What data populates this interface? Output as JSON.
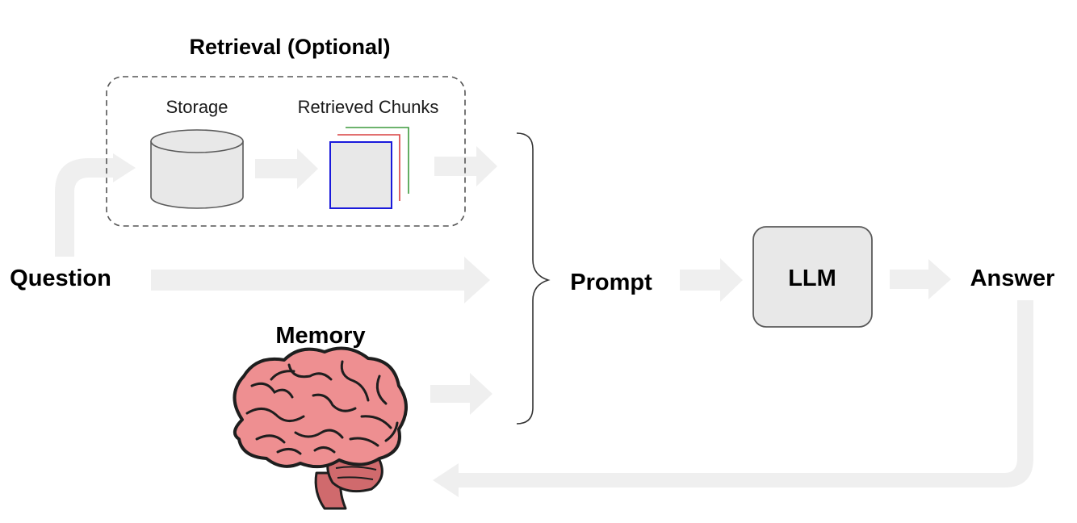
{
  "colors": {
    "arrow": "#efefef",
    "box_fill": "#e8e8e8",
    "box_stroke": "#5a5a5a",
    "dashed_border": "#555555",
    "chunk_blue": "#1a1adb",
    "chunk_red": "#d94040",
    "chunk_green": "#3d9a3d",
    "brain_fill": "#ee8f91",
    "brain_stroke": "#1e1e1e",
    "brainstem_fill": "#d06a6d"
  },
  "retrieval": {
    "title": "Retrieval (Optional)",
    "storage_label": "Storage",
    "chunks_label": "Retrieved Chunks",
    "storage_icon": "database-cylinder-icon",
    "chunks_icon": "stacked-documents-icon"
  },
  "question_label": "Question",
  "memory": {
    "label": "Memory",
    "icon": "brain-icon"
  },
  "prompt_label": "Prompt",
  "llm_label": "LLM",
  "answer_label": "Answer"
}
